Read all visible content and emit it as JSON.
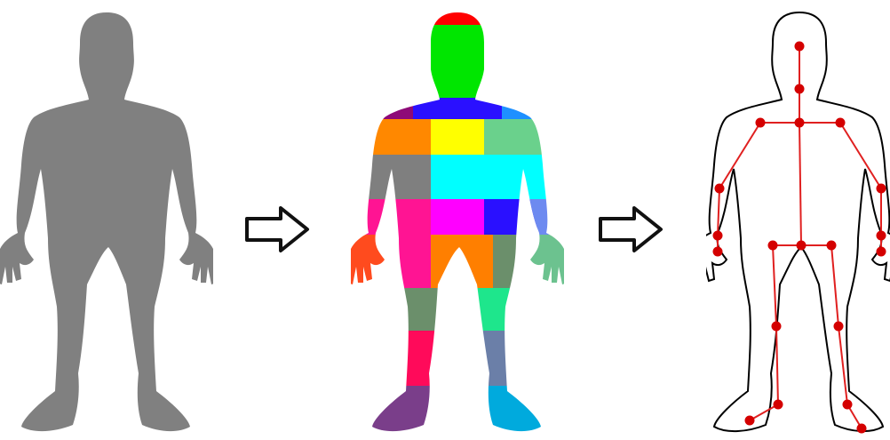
{
  "diagram": {
    "stages": [
      {
        "id": "silhouette",
        "fill": "#808080"
      },
      {
        "id": "segmented"
      },
      {
        "id": "skeleton",
        "outline": "#000000",
        "bone_color": "#e02020",
        "joint_color": "#d40000"
      }
    ],
    "arrows": [
      {
        "from": "silhouette",
        "to": "segmented",
        "icon": "outline-arrow-right-icon"
      },
      {
        "from": "segmented",
        "to": "skeleton",
        "icon": "outline-arrow-right-icon"
      }
    ],
    "part_colors": [
      "#ff0000",
      "#00e600",
      "#2a10ff",
      "#8e0a78",
      "#ff8800",
      "#ffff00",
      "#1e90ff",
      "#6ad18c",
      "#7f7f7f",
      "#00ffff",
      "#ff1493",
      "#ff00ff",
      "#6d8af0",
      "#ff4b1e",
      "#6cc28f",
      "#ff7f00",
      "#1ee68c",
      "#6b8f6b",
      "#ff0a5a",
      "#6b7fa8",
      "#7a3e8a",
      "#00aadd"
    ]
  }
}
